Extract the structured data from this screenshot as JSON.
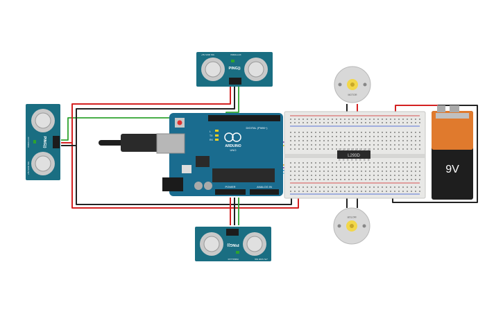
{
  "sensors": {
    "top": {
      "brand": "PING))",
      "left_mark": "+5V GND SIG",
      "right_mark": "PARALLAX"
    },
    "left": {
      "brand": "PING))",
      "left_mark": "+5V GND SIG",
      "right_mark": "PARALLAX"
    },
    "bottom": {
      "brand": "PING))",
      "left_mark": "+5V GND SIG",
      "right_mark": "PARALLAX"
    }
  },
  "arduino": {
    "logo": "ARDUINO",
    "model": "UNO",
    "label_power": "POWER",
    "label_analog": "ANALOG IN",
    "label_digital": "DIGITAL (PWM~)",
    "label_tx": "TX",
    "label_rx": "RX",
    "label_l": "L"
  },
  "driver_chip": {
    "label": "L293D"
  },
  "motors": {
    "top": {
      "label": "MOTOR"
    },
    "bottom": {
      "label": "MOTOR"
    }
  },
  "battery": {
    "label": "9V"
  },
  "colors": {
    "board": "#1a6c8f",
    "sensor": "#1a6e82",
    "breadboard": "#e8e8e6",
    "wire_red": "#d32020",
    "wire_black": "#222222",
    "wire_green": "#2ea32e",
    "wire_orange": "#e8a21a",
    "wire_purple": "#8a4db8",
    "wire_blue": "#3aa0d8",
    "wire_yellow": "#d8c91a",
    "battery_orange": "#e07a2d",
    "battery_black": "#1e1e1e"
  }
}
